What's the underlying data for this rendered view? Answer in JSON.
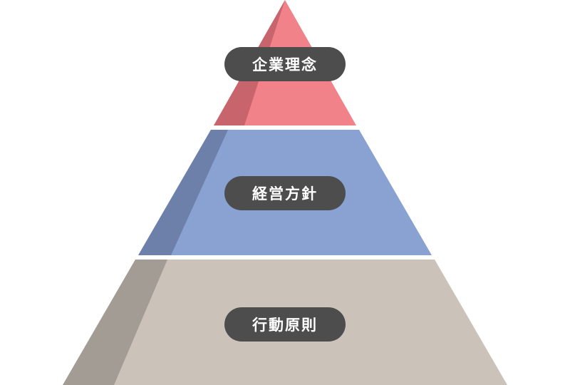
{
  "pyramid": {
    "tiers": [
      {
        "label": "企業理念",
        "color": "#f2828a",
        "shade": "#c8646c"
      },
      {
        "label": "経営方針",
        "color": "#8aa2d2",
        "shade": "#6d80aa"
      },
      {
        "label": "行動原則",
        "color": "#cbc3b9",
        "shade": "#a39c94"
      }
    ],
    "label_color": "#4d4d4d"
  }
}
